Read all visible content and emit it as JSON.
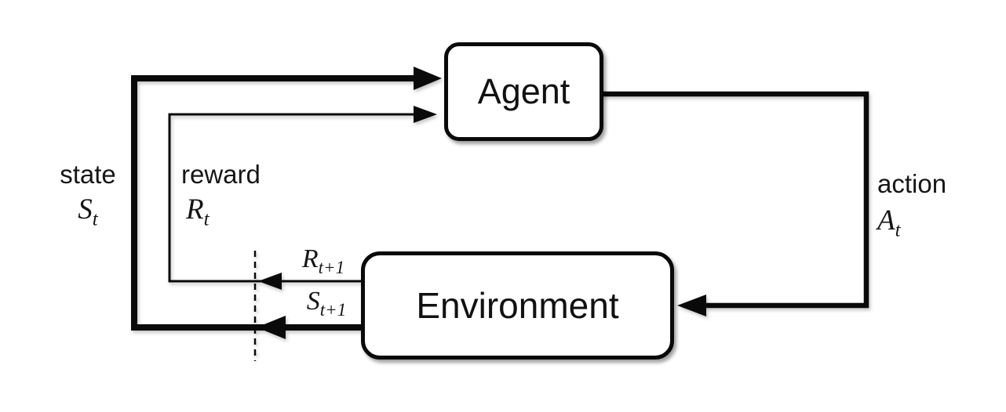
{
  "nodes": {
    "agent": {
      "label": "Agent"
    },
    "environment": {
      "label": "Environment"
    }
  },
  "labels": {
    "state": {
      "word": "state",
      "sym": "S",
      "sub": "t"
    },
    "reward": {
      "word": "reward",
      "sym": "R",
      "sub": "t"
    },
    "action": {
      "word": "action",
      "sym": "A",
      "sub": "t"
    },
    "reward_next": {
      "sym": "R",
      "sub": "t+1"
    },
    "state_next": {
      "sym": "S",
      "sub": "t+1"
    }
  },
  "colors": {
    "line": "#0a0a0a",
    "background": "#ffffff",
    "box_fill": "#ffffff",
    "box_border": "#0a0a0a"
  }
}
